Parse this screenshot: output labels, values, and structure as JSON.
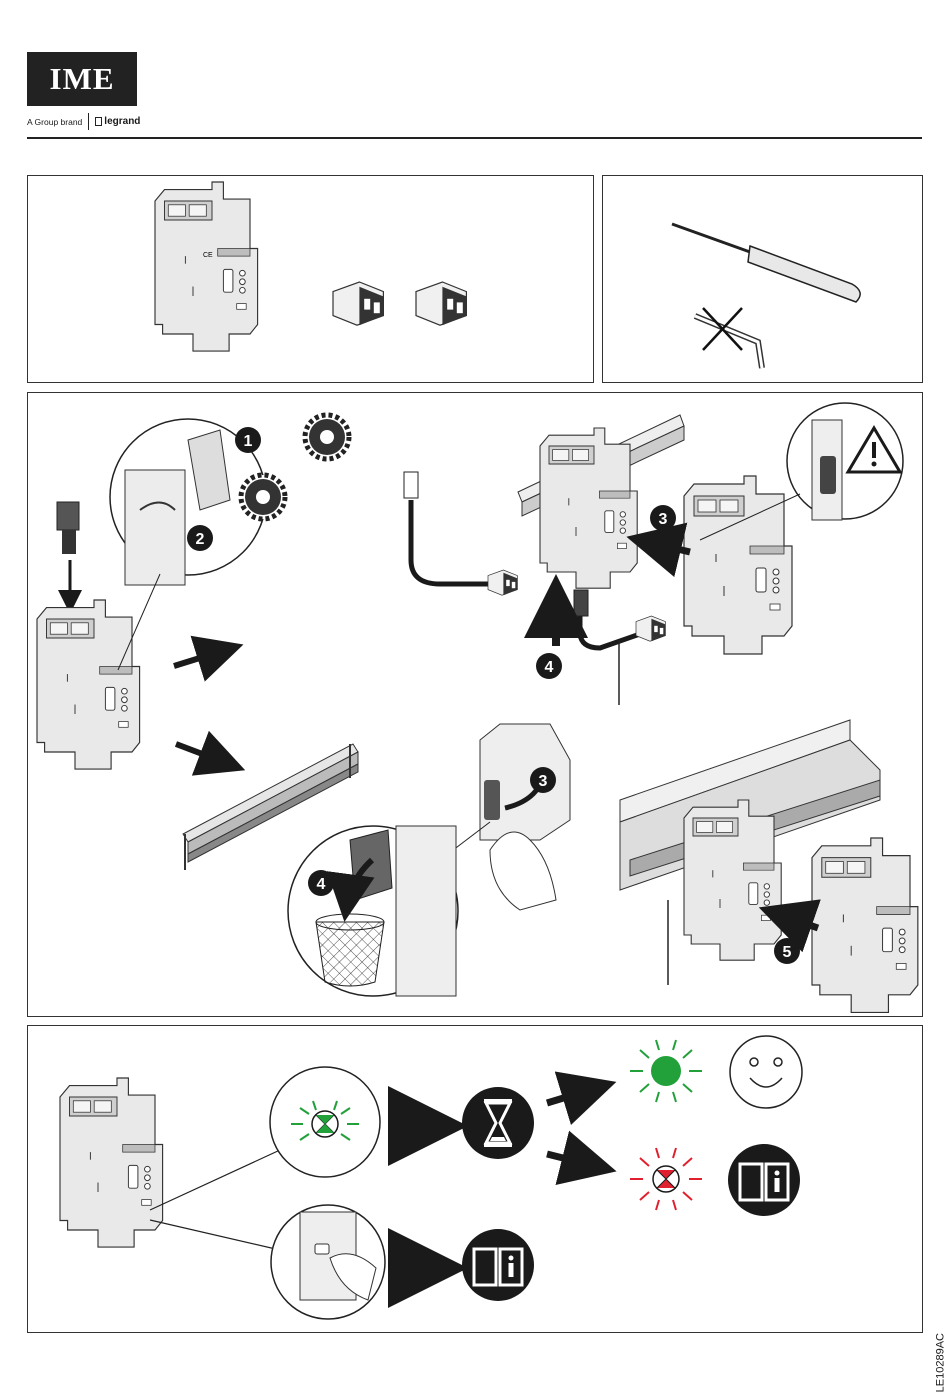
{
  "header": {
    "logo_text": "IME",
    "brand_prefix": "A Group brand",
    "brand_name": "legrand"
  },
  "device": {
    "ce_mark": "CE"
  },
  "steps": {
    "s1": "1",
    "s2": "2",
    "s3": "3",
    "s4": "4",
    "s5": "5"
  },
  "colors": {
    "led_green": "#22a03a",
    "led_red": "#e0202e",
    "ink": "#1a1a1a",
    "device_grey": "#d9d9d9"
  },
  "icons": [
    "module-device",
    "rj-connector",
    "screwdriver-icon",
    "hex-key-icon",
    "cross-icon",
    "warning-icon",
    "hourglass-icon",
    "manual-info-icon",
    "smiley-icon",
    "trash-bin-icon",
    "din-rail",
    "rj-cable",
    "dial-rotary-icon",
    "led-blinking-icon",
    "arrow-icon"
  ],
  "footer": {
    "doc_ref": "LE10289AC"
  }
}
